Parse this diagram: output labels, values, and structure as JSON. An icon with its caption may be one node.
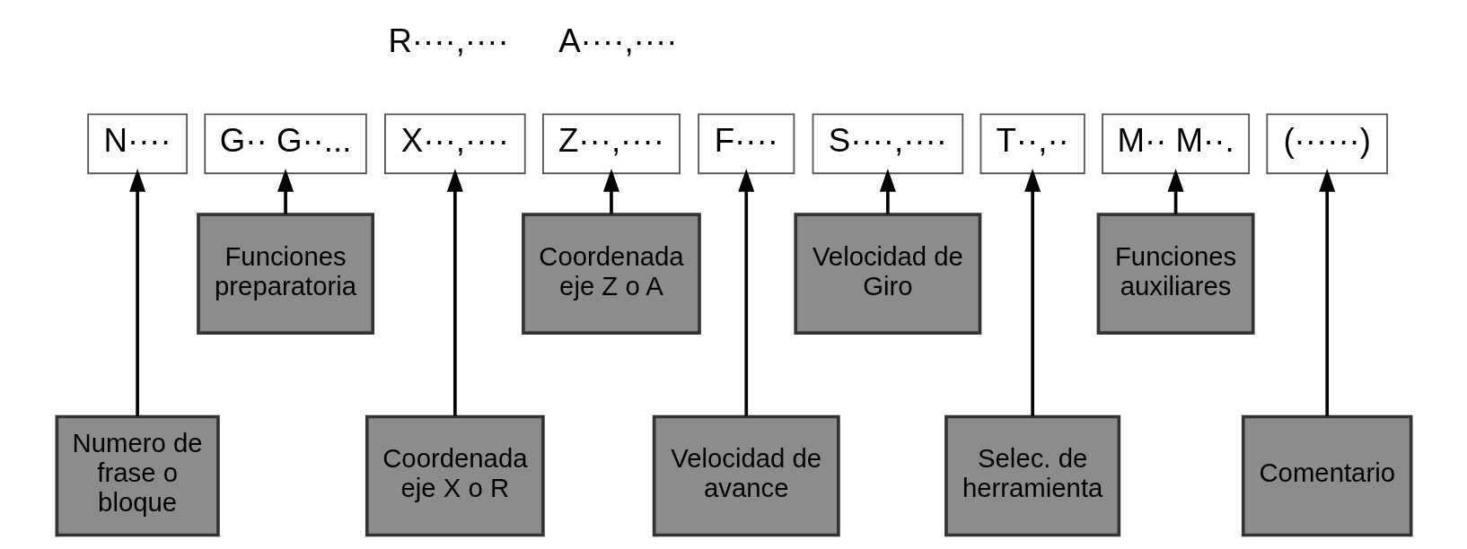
{
  "diagram": {
    "nodes": [
      {
        "text": [
          "N····"
        ]
      },
      {
        "text": [
          "G·· G··..."
        ]
      },
      {
        "text": [
          "X···,····"
        ]
      },
      {
        "text": [
          "Z···,····"
        ]
      },
      {
        "text": [
          "F····"
        ]
      },
      {
        "text": [
          "S····,····"
        ]
      },
      {
        "text": [
          "T··,··"
        ]
      },
      {
        "text": [
          "M·· M··."
        ]
      },
      {
        "text": [
          "(······)"
        ]
      },
      {
        "text": [
          "Funciones preparatoria"
        ]
      },
      {
        "text": [
          "Coordenada eje Z o A"
        ]
      },
      {
        "text": [
          "Velocidad de Giro"
        ]
      },
      {
        "text": [
          "Funciones auxiliares"
        ]
      },
      {
        "text": [
          "Numero de frase o bloque"
        ]
      },
      {
        "text": [
          "Coordenada eje X o R"
        ]
      },
      {
        "text": [
          "Velocidad de avance"
        ]
      },
      {
        "text": [
          "Selec. de herramienta"
        ]
      },
      {
        "text": [
          "Comentario"
        ]
      }
    ],
    "edges": [
      {
        "from": 13,
        "to": 0,
        "arrow": "to"
      },
      {
        "from": 9,
        "to": 1,
        "arrow": "to"
      },
      {
        "from": 14,
        "to": 2,
        "arrow": "to"
      },
      {
        "from": 10,
        "to": 3,
        "arrow": "to"
      },
      {
        "from": 15,
        "to": 4,
        "arrow": "to"
      },
      {
        "from": 11,
        "to": 5,
        "arrow": "to"
      },
      {
        "from": 16,
        "to": 6,
        "arrow": "to"
      },
      {
        "from": 12,
        "to": 7,
        "arrow": "to"
      },
      {
        "from": 17,
        "to": 8,
        "arrow": "to"
      }
    ],
    "labels": [
      "R····,····",
      "A····,····"
    ]
  }
}
